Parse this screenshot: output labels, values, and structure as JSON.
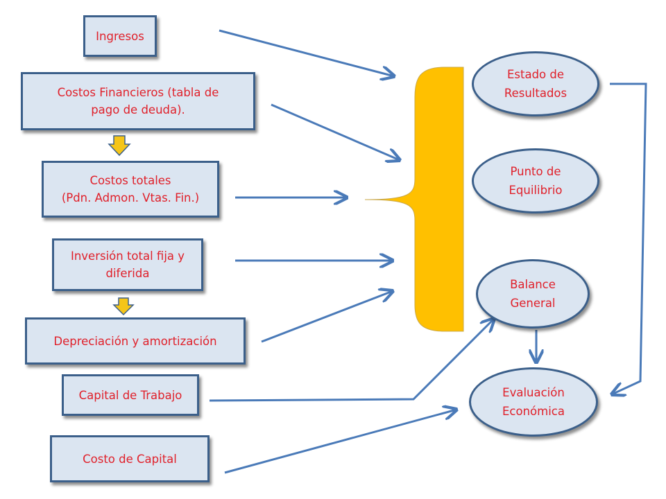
{
  "inputs": {
    "ingresos": "Ingresos",
    "costos_financieros": [
      "Costos Financieros (tabla de",
      "pago de deuda)."
    ],
    "costos_totales": [
      "Costos totales",
      "(Pdn. Admon. Vtas. Fin.)"
    ],
    "inversion_total": [
      "Inversión total fija y",
      "diferida"
    ],
    "depreciacion": "Depreciación y amortización",
    "capital_trabajo": "Capital de Trabajo",
    "costo_capital": "Costo de Capital"
  },
  "outputs": {
    "estado_resultados": [
      "Estado de",
      "Resultados"
    ],
    "punto_equilibrio": [
      "Punto de",
      "Equilibrio"
    ],
    "balance_general": [
      "Balance",
      "General"
    ],
    "evaluacion_economica": [
      "Evaluación",
      "Económica"
    ]
  },
  "colors": {
    "box_fill": "#dbe5f1",
    "box_border": "#3b5f8a",
    "text": "#e0202a",
    "arrow": "#4a7ab8",
    "brace": "#ffc000",
    "down_arrow": "#f5c518"
  }
}
